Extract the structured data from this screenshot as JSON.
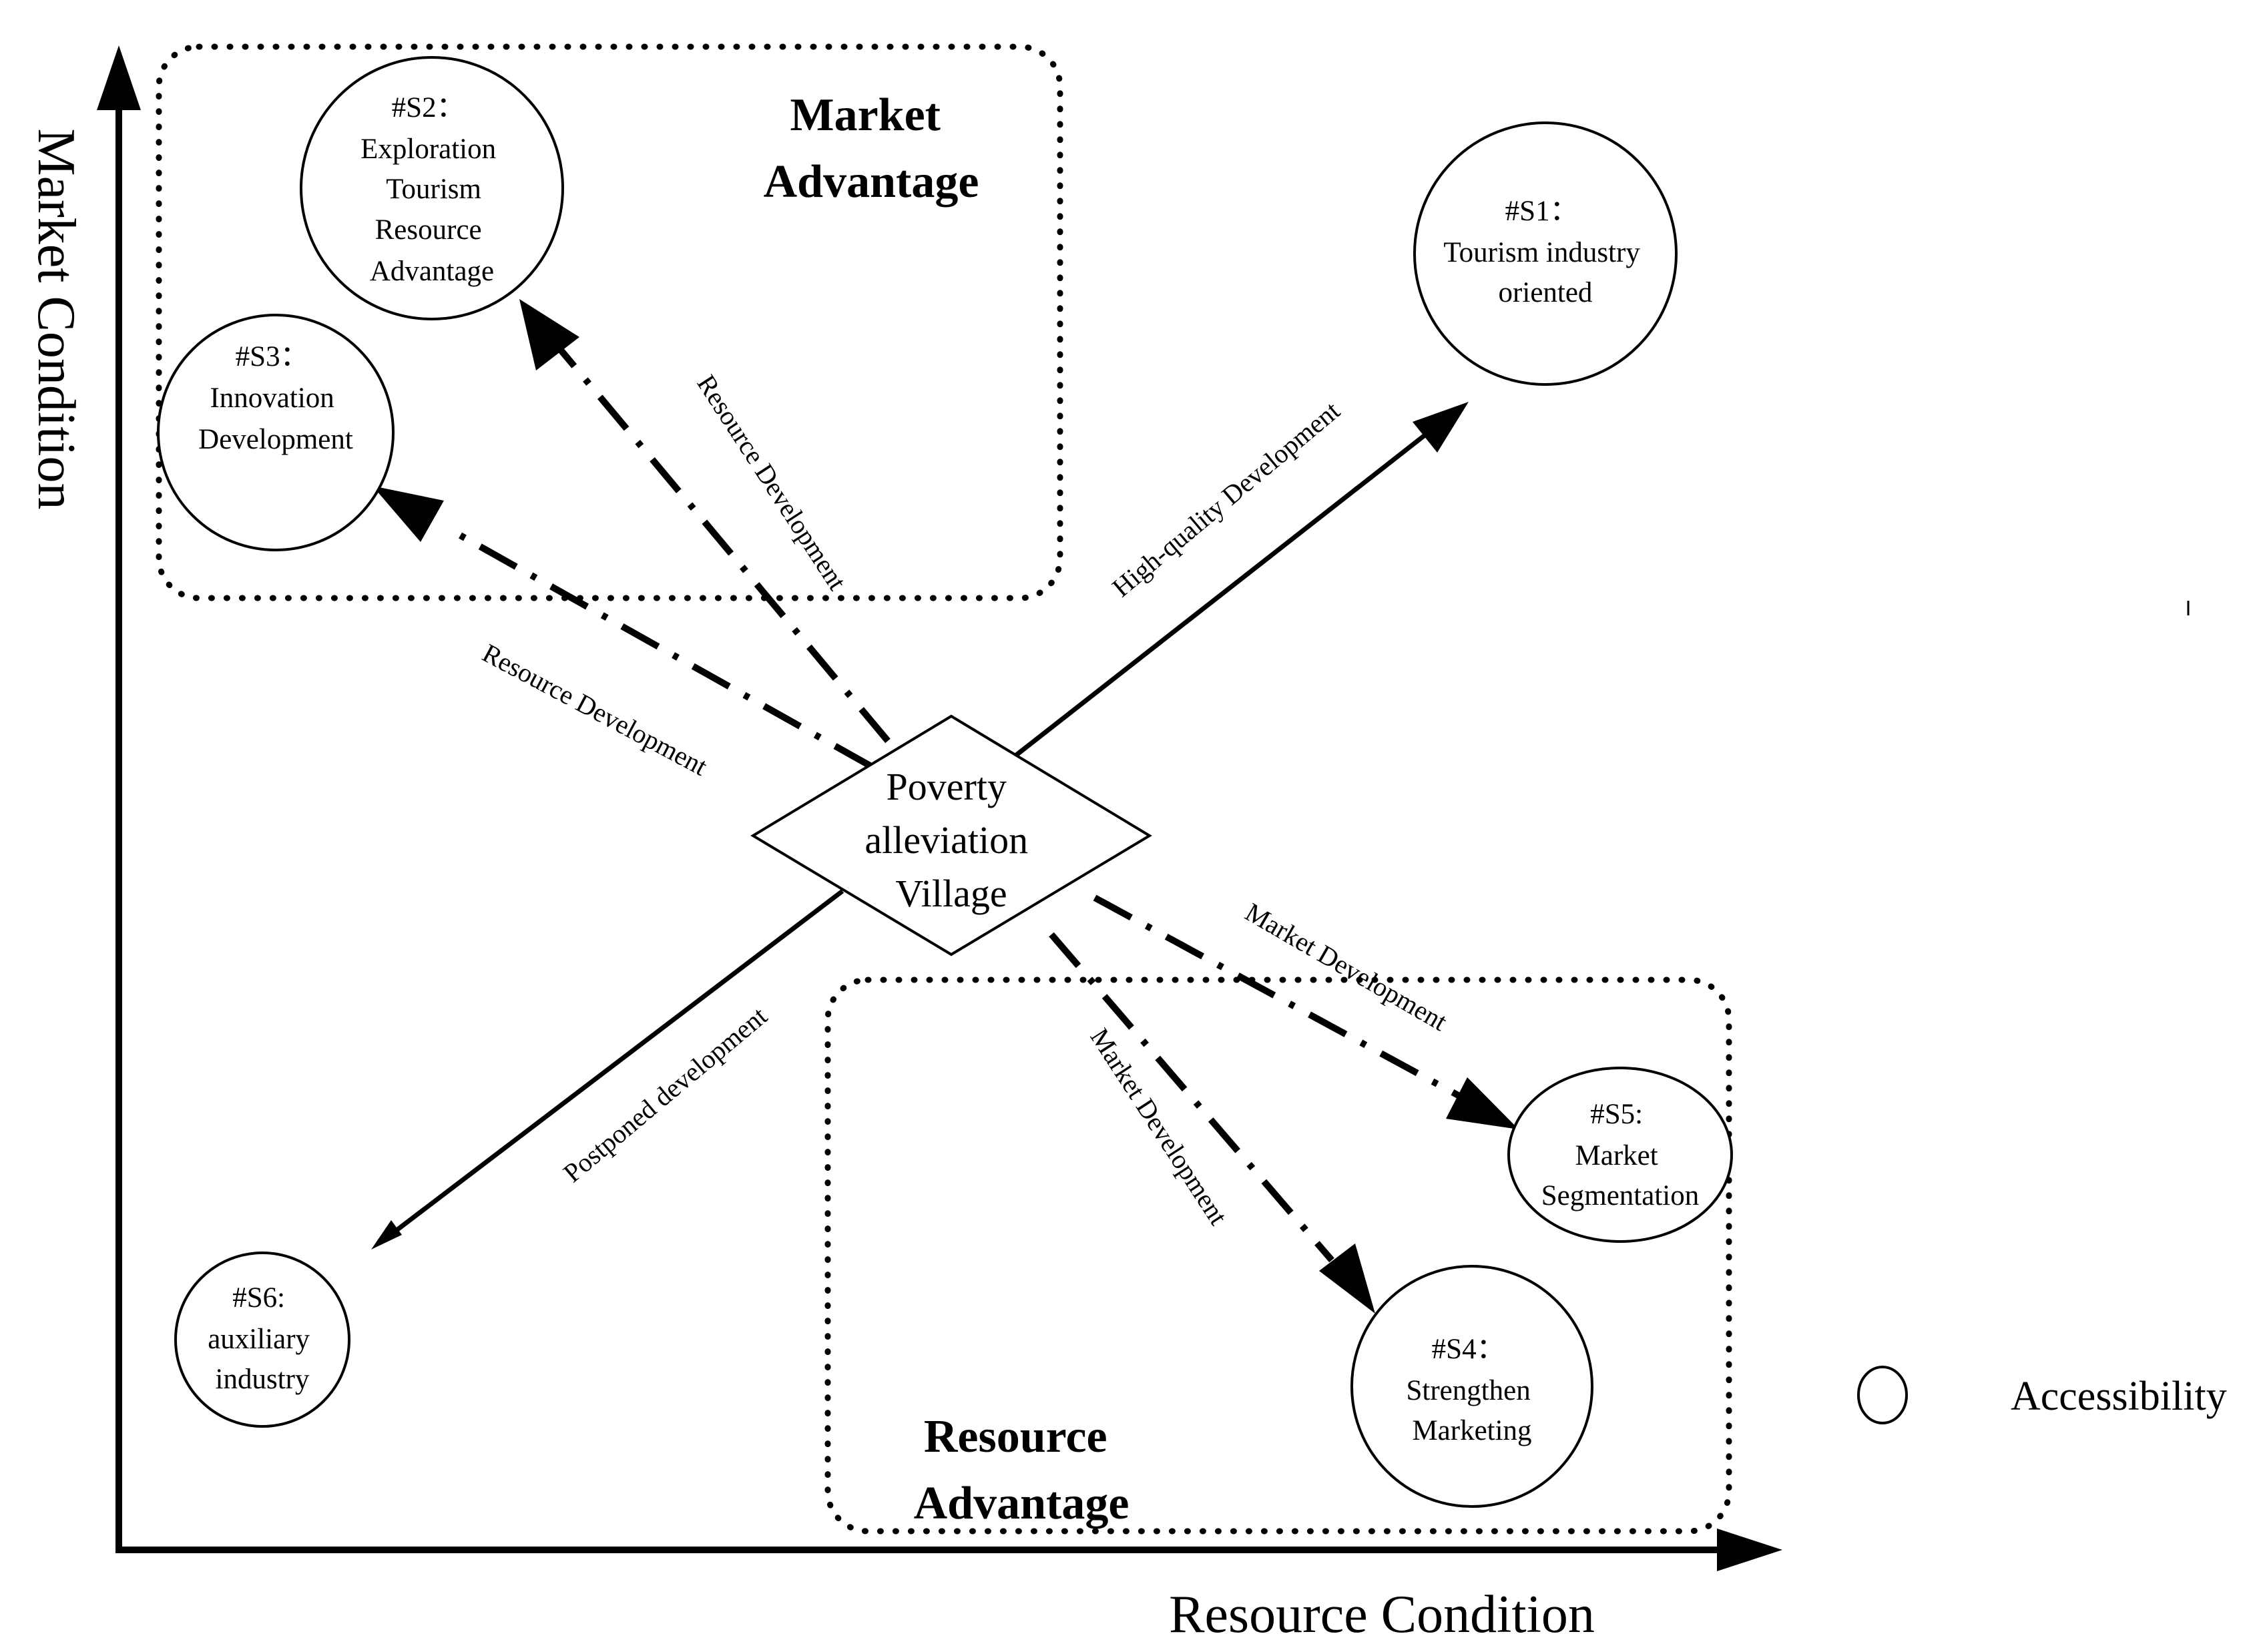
{
  "axes": {
    "y_label": "Market Condition",
    "x_label": "Resource Condition"
  },
  "regions": {
    "market": [
      "Market",
      "Advantage"
    ],
    "resource": [
      "Resource",
      "Advantage"
    ]
  },
  "center": [
    "Poverty",
    "alleviation",
    "Village"
  ],
  "nodes": {
    "s1": [
      "#S1：",
      "Tourism industry",
      "oriented"
    ],
    "s2": [
      "#S2：",
      "Exploration",
      "Tourism",
      "Resource",
      "Advantage"
    ],
    "s3": [
      "#S3：",
      "Innovation",
      "Development"
    ],
    "s4": [
      "#S4：",
      "Strengthen",
      "Marketing"
    ],
    "s5": [
      "#S5:",
      "Market",
      "Segmentation"
    ],
    "s6": [
      "#S6:",
      "auxiliary",
      "industry"
    ]
  },
  "edges": {
    "s1": "High-quality Development",
    "s2": "Resource Development",
    "s3": "Resource Development",
    "s4": "Market Development",
    "s5": "Market Development",
    "s6": "Postponed development"
  },
  "legend": {
    "label": "Accessibility"
  }
}
